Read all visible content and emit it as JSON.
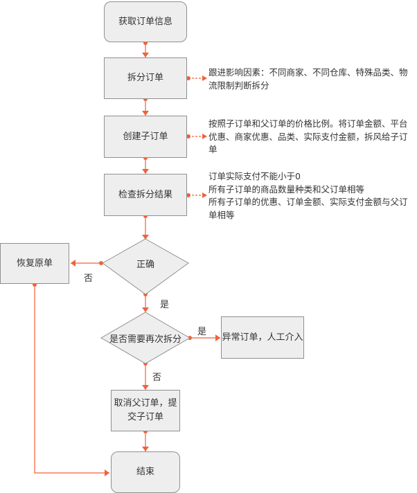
{
  "colors": {
    "connector": "#f0623a",
    "node_fill": "#eeeeee",
    "node_border": "#8f8f8f"
  },
  "nodes": {
    "get_order": "获取订单信息",
    "split_order": "拆分订单",
    "create_sub": "创建子订单",
    "check_result": "检查拆分结果",
    "correct": "正确",
    "restore": "恢复原单",
    "need_resplit": "是否需要再次拆分",
    "abnormal": "异常订单，人工介入",
    "cancel_submit_line1": "取消父订单，提",
    "cancel_submit_line2": "交子订单",
    "end": "结束"
  },
  "notes": {
    "split_factors": [
      "跟进影响因素：不同商家、不同仓库、特殊品类、物",
      "流限制判断拆分"
    ],
    "create_rule": [
      "按照子订单和父订单的价格比例。将订单金额、平台",
      "优惠、商家优惠、品类、实际支付金额，拆风给子订",
      "单"
    ],
    "check_rules": [
      "订单实际支付不能小于0",
      "所有子订单的商品数量种类和父订单相等",
      "所有子订单的优惠、订单金额、实际支付金额与父订",
      "单相等"
    ]
  },
  "edge_labels": {
    "no_restore": "否",
    "yes_next": "是",
    "yes_abnormal": "是",
    "no_cancel": "否"
  }
}
